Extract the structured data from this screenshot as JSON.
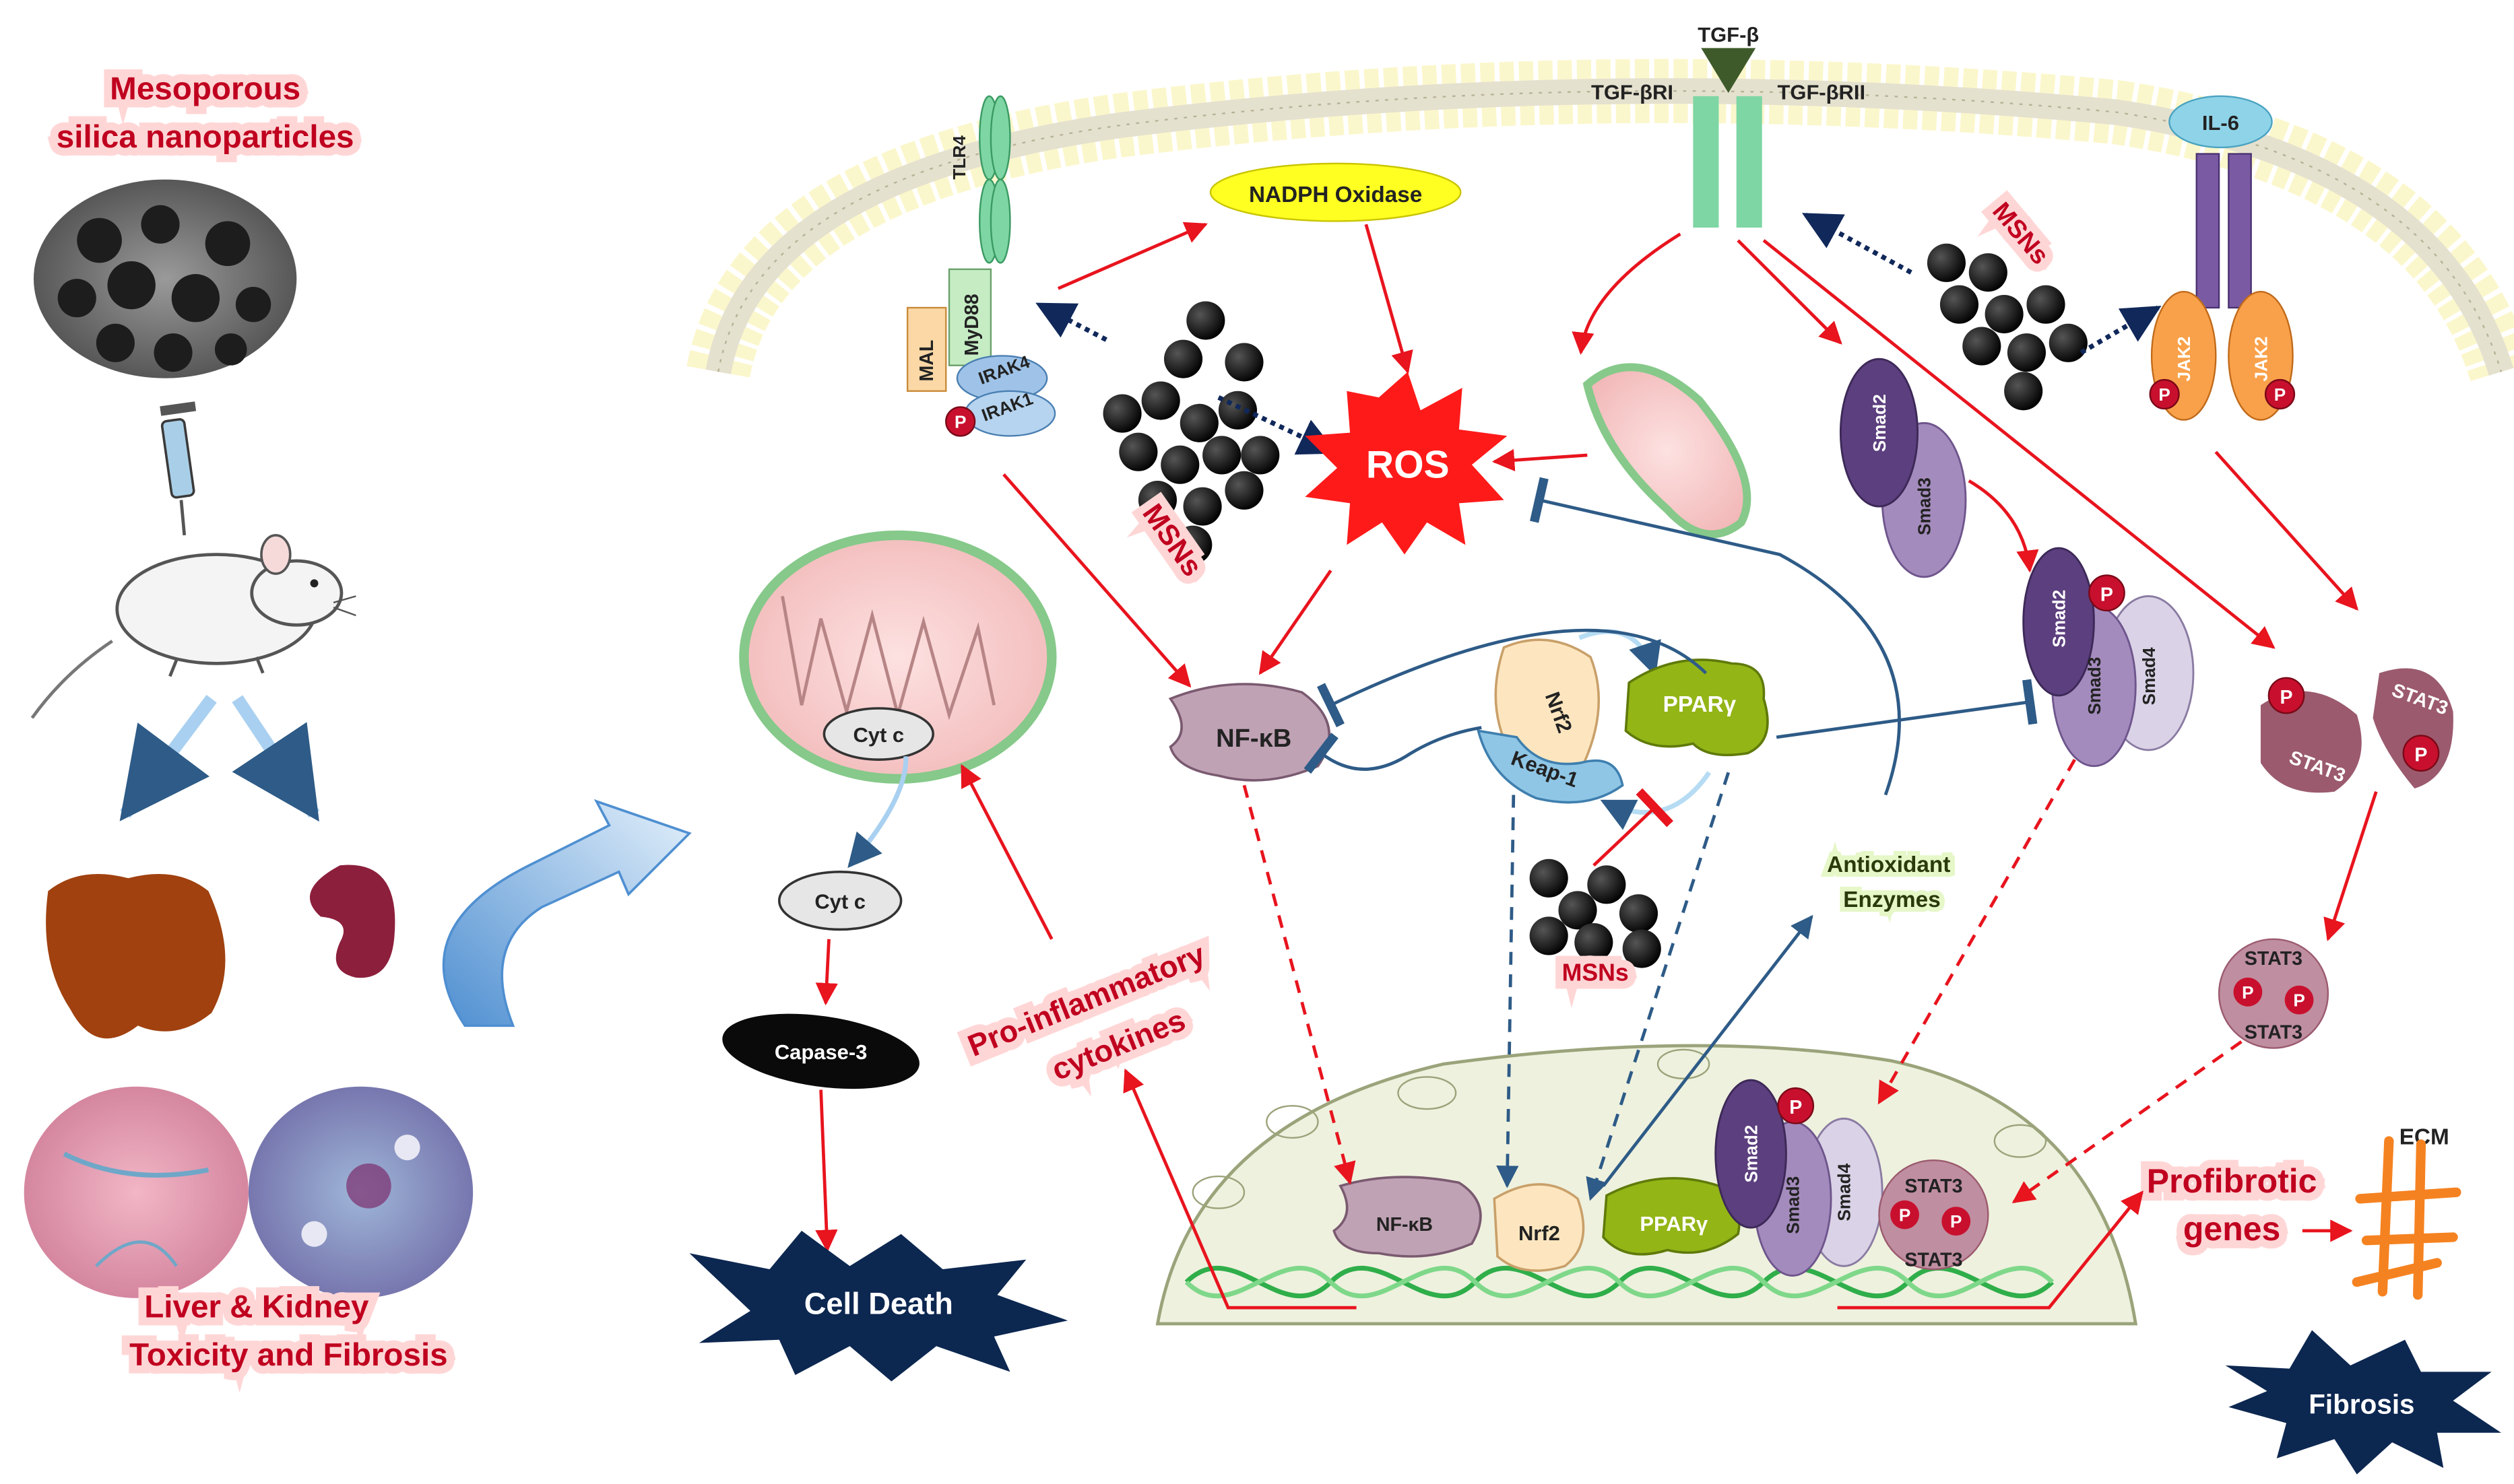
{
  "left_panel": {
    "title_line1": "Mesoporous",
    "title_line2": "silica nanoparticles",
    "bottom_line1": "Liver & Kidney",
    "bottom_line2": "Toxicity and Fibrosis"
  },
  "membrane": {
    "tlr4": "TLR4",
    "myd88": "MyD88",
    "mal": "MAL",
    "irak4": "IRAK4",
    "irak1": "IRAK1",
    "p": "P",
    "nadph": "NADPH Oxidase",
    "tgfb": "TGF-β",
    "tgfbri": "TGF-βRI",
    "tgfbrii": "TGF-βRII",
    "il6": "IL-6",
    "jak2": "JAK2"
  },
  "cytoplasm": {
    "msns": "MSNs",
    "ros": "ROS",
    "cytc": "Cyt c",
    "caspase": "Capase-3",
    "cell_death": "Cell Death",
    "proinflam1": "Pro-inflammatory",
    "proinflam2": "cytokines",
    "nfkb": "NF-κB",
    "nrf2": "Nrf2",
    "keap1": "Keap-1",
    "ppar": "PPARγ",
    "antiox1": "Antioxidant",
    "antiox2": "Enzymes",
    "smad2": "Smad2",
    "smad3": "Smad3",
    "smad4": "Smad4",
    "stat3": "STAT3"
  },
  "outcome": {
    "profib1": "Profibrotic",
    "profib2": "genes",
    "ecm": "ECM",
    "fibrosis": "Fibrosis"
  },
  "colors": {
    "arrow_red": "#e8141e",
    "inhibit_blue": "#2e5b87",
    "smad2": "#5c3f7e",
    "smad3": "#a48bbd",
    "smad4": "#dad2e6",
    "stat3": "#9b5a6e",
    "ppar": "#93b516",
    "nfkb": "#bfa2b4",
    "nrf2": "#fde6bf",
    "keap1": "#8fc6e6",
    "receptor_green": "#7dd6a3",
    "membrane_head": "#fbf6c6"
  }
}
